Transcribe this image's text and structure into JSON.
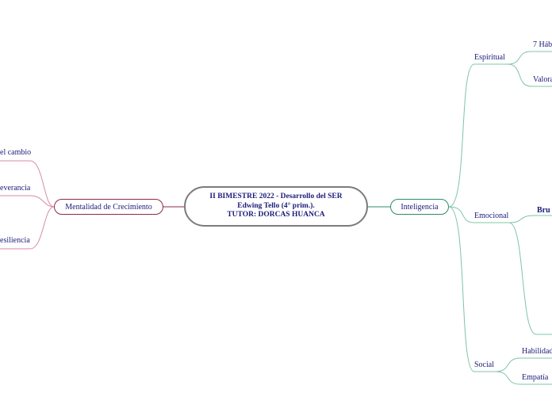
{
  "central_topic": "II BIMESTRE 2022 - Desarrollo del SER              Edwing Tello (4° prim.).\nTUTOR: DORCAS HUANCA",
  "left_branch": {
    "label": "Mentalidad de Crecimiento",
    "color": "#8b2a4a",
    "children": [
      "el cambio",
      "everancia",
      "esiliencia"
    ]
  },
  "right_branch": {
    "label": "Inteligencia",
    "color": "#2e8b6a",
    "children": [
      {
        "label": "Espiritual",
        "children": [
          "7 Háb",
          "Valora"
        ]
      },
      {
        "label": "Emocional",
        "children": [
          "Bru"
        ]
      },
      {
        "label": "Social",
        "children": [
          "Habilidad",
          "Empatía"
        ]
      }
    ]
  }
}
